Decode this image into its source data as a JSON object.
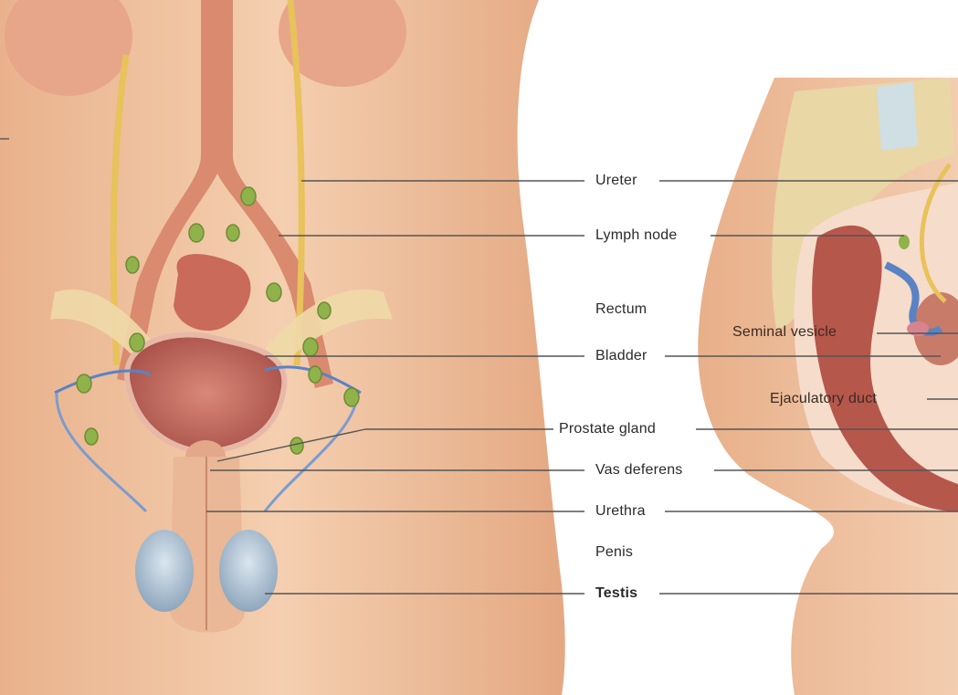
{
  "labels": {
    "ureter": "Ureter",
    "lymph_node": "Lymph node",
    "rectum": "Rectum",
    "seminal_vesicle": "Seminal vesicle",
    "bladder": "Bladder",
    "ejaculatory_duct": "Ejaculatory duct",
    "prostate_gland": "Prostate gland",
    "vas_deferens": "Vas deferens",
    "urethra": "Urethra",
    "penis": "Penis",
    "testis": "Testis"
  },
  "colors": {
    "skin": "#f1c7a3",
    "skin_shadow": "#dfa27e",
    "ureter": "#e8c25a",
    "bladder": "#c86f5f",
    "lymph_node": "#8fb24a",
    "vessels": "#5a83c4",
    "bone": "#e9d7a6",
    "testis": "#a9bcd0",
    "leader_line": "#555555"
  }
}
